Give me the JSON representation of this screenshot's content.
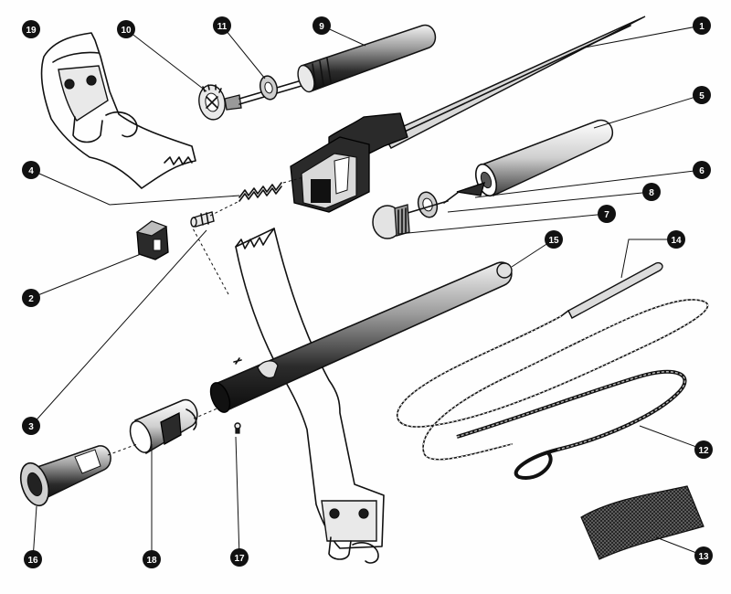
{
  "parts": [
    {
      "id": "1"
    },
    {
      "id": "2"
    },
    {
      "id": "3"
    },
    {
      "id": "4"
    },
    {
      "id": "5"
    },
    {
      "id": "6"
    },
    {
      "id": "7"
    },
    {
      "id": "8"
    },
    {
      "id": "9"
    },
    {
      "id": "10"
    },
    {
      "id": "11"
    },
    {
      "id": "12"
    },
    {
      "id": "13"
    },
    {
      "id": "14"
    },
    {
      "id": "15"
    },
    {
      "id": "16"
    },
    {
      "id": "17"
    },
    {
      "id": "18"
    },
    {
      "id": "19"
    }
  ],
  "colors": {
    "ink": "#111111",
    "callout_fill": "#111111",
    "callout_text": "#ffffff",
    "background": "#fefefe"
  }
}
